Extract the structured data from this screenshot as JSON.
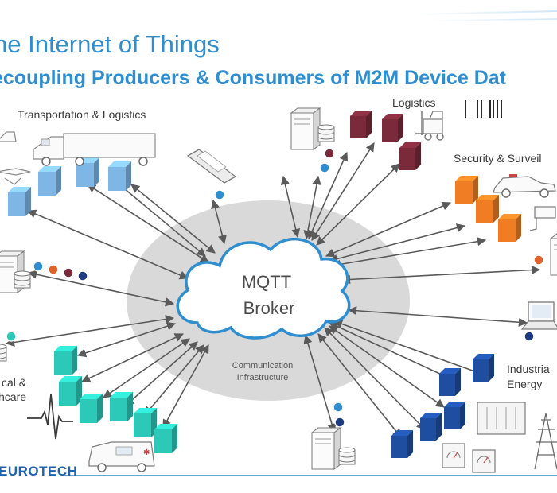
{
  "title": {
    "line1": "he Internet of Things",
    "line2": "ecoupling Producers & Consumers of M2M Device Dat"
  },
  "sections": {
    "transportation": "Transportation & Logistics",
    "logistics": "Logistics",
    "security": "Security & Surveil",
    "medical_line1": "cal &",
    "medical_line2": "hcare",
    "industrial_line1": "Industria",
    "industrial_line2": "Energy"
  },
  "broker": {
    "line1": "MQTT",
    "line2": "Broker"
  },
  "infrastructure": {
    "line1": "Communication",
    "line2": "Infrastructure"
  },
  "brand": "EUROTECH",
  "colors": {
    "title": "#2f8ecf",
    "cloud_outline": "#2f8ecf",
    "ellipse": "#d9d9d9",
    "arrow": "#5a5a5a",
    "transport_cube": "#7eb6e6",
    "logistics_cube": "#7a2a3a",
    "security_cube": "#f07d24",
    "medical_cube": "#2cc8b8",
    "industrial_cube": "#1f4ea0",
    "brand": "#1f62ad"
  }
}
